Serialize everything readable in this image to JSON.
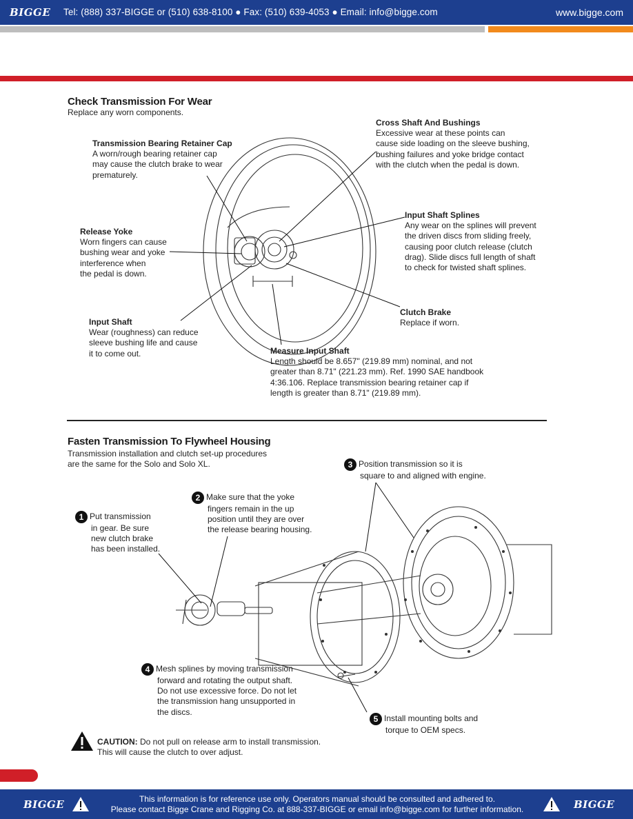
{
  "header": {
    "logo": "BIGGE",
    "contact": "Tel: (888) 337-BIGGE or (510) 638-8100  ●  Fax: (510) 639-4053  ●  Email: info@bigge.com",
    "website": "www.bigge.com",
    "colors": {
      "blue": "#1d3f8f",
      "orange": "#f28a1c",
      "red": "#d01f28",
      "gray": "#bdbdbd"
    }
  },
  "section1": {
    "title": "Check Transmission For Wear",
    "subtitle": "Replace any worn components.",
    "callouts": {
      "retainer_cap": {
        "title": "Transmission Bearing Retainer Cap",
        "lines": [
          "A worn/rough bearing retainer cap",
          "may cause the clutch brake to wear",
          "prematurely."
        ]
      },
      "cross_shaft": {
        "title": "Cross Shaft And Bushings",
        "lines": [
          "Excessive wear at these points can",
          "cause side loading on the sleeve bushing,",
          "bushing failures and yoke bridge contact",
          "with the clutch when the pedal is down."
        ]
      },
      "release_yoke": {
        "title": "Release Yoke",
        "lines": [
          "Worn fingers can cause",
          "bushing wear and yoke",
          "interference when",
          "the pedal is down."
        ]
      },
      "input_splines": {
        "title": "Input Shaft Splines",
        "lines": [
          "Any wear on the splines will prevent",
          "the driven discs from sliding freely,",
          "causing poor clutch release (clutch",
          "drag). Slide discs full length of shaft",
          "to check for twisted shaft splines."
        ]
      },
      "clutch_brake": {
        "title": "Clutch Brake",
        "lines": [
          "Replace if worn."
        ]
      },
      "input_shaft": {
        "title": "Input Shaft",
        "lines": [
          "Wear (roughness) can reduce",
          "sleeve bushing life and cause",
          "it to come out."
        ]
      },
      "measure": {
        "title": "Measure Input Shaft",
        "lines": [
          "Length should be 8.657\" (219.89 mm) nominal, and not",
          "greater than 8.71\" (221.23 mm). Ref. 1990 SAE handbook",
          "4:36.106. Replace transmission bearing retainer cap if",
          "length is greater than 8.71\" (219.89 mm)."
        ]
      }
    }
  },
  "section2": {
    "title": "Fasten Transmission To Flywheel Housing",
    "subtitle_lines": [
      "Transmission installation and clutch set-up procedures",
      "are the same for the Solo and Solo XL."
    ],
    "steps": [
      {
        "num": "1",
        "lines": [
          "Put transmission",
          "in gear. Be sure",
          "new clutch brake",
          "has been installed."
        ]
      },
      {
        "num": "2",
        "lines": [
          "Make sure that the yoke",
          "fingers remain in the up",
          "position until they are over",
          "the release bearing housing."
        ]
      },
      {
        "num": "3",
        "lines": [
          "Position transmission so it is",
          "square to and aligned with engine."
        ]
      },
      {
        "num": "4",
        "lines": [
          "Mesh splines by moving transmission",
          "forward and rotating the output shaft.",
          "Do not use excessive force. Do not let",
          "the transmission hang unsupported in",
          "the discs."
        ]
      },
      {
        "num": "5",
        "lines": [
          "Install mounting bolts and",
          "torque to OEM specs."
        ]
      }
    ],
    "caution": {
      "label": "CAUTION:",
      "line1": " Do not pull on release arm to install transmission.",
      "line2": "This will cause the clutch to over adjust."
    }
  },
  "footer": {
    "logo": "BIGGE",
    "line1": "This information is for reference use only. Operators manual should be consulted and adhered to.",
    "line2": "Please contact Bigge Crane and Rigging Co. at 888-337-BIGGE or email info@bigge.com for further information."
  }
}
